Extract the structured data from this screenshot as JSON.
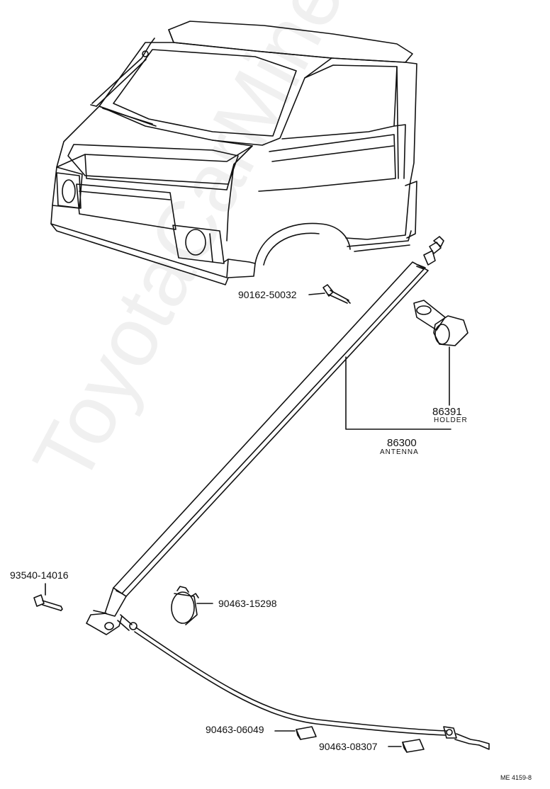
{
  "watermark": "ToyotaCarMine.ru",
  "parts": [
    {
      "number": "90162-50032",
      "name": ""
    },
    {
      "number": "86391",
      "name": "HOLDER"
    },
    {
      "number": "86300",
      "name": "ANTENNA"
    },
    {
      "number": "93540-14016",
      "name": ""
    },
    {
      "number": "90463-15298",
      "name": ""
    },
    {
      "number": "90463-06049",
      "name": ""
    },
    {
      "number": "90463-08307",
      "name": ""
    }
  ],
  "reference": "ME 4159-8",
  "colors": {
    "line": "#111111",
    "background": "#ffffff"
  }
}
